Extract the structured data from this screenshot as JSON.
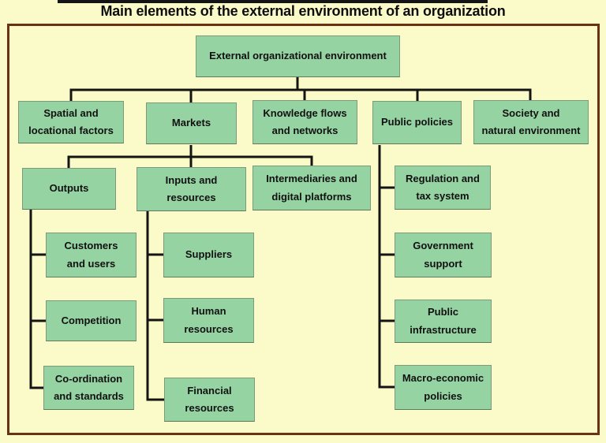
{
  "title": "Main elements of the external environment of an organization",
  "colors": {
    "background": "#fbfbc9",
    "box_fill": "#96d3a2",
    "box_border": "#7d9a7d",
    "frame_border": "#6b3212",
    "connector_line": "#141414",
    "text": "#111111"
  },
  "nodes": {
    "root": "External organizational environment",
    "level2": [
      "Spatial and\nlocational factors",
      "Markets",
      "Knowledge flows\nand networks",
      "Public policies",
      "Society and\nnatural environment"
    ],
    "markets_children": [
      "Outputs",
      "Inputs and\nresources",
      "Intermediaries and\ndigital platforms"
    ],
    "outputs_children": [
      "Customers\nand users",
      "Competition",
      "Co-ordination\nand standards"
    ],
    "inputs_children": [
      "Suppliers",
      "Human\nresources",
      "Financial\nresources"
    ],
    "public_policies_children": [
      "Regulation and\ntax system",
      "Government\nsupport",
      "Public\ninfrastructure",
      "Macro-economic\npolicies"
    ]
  }
}
